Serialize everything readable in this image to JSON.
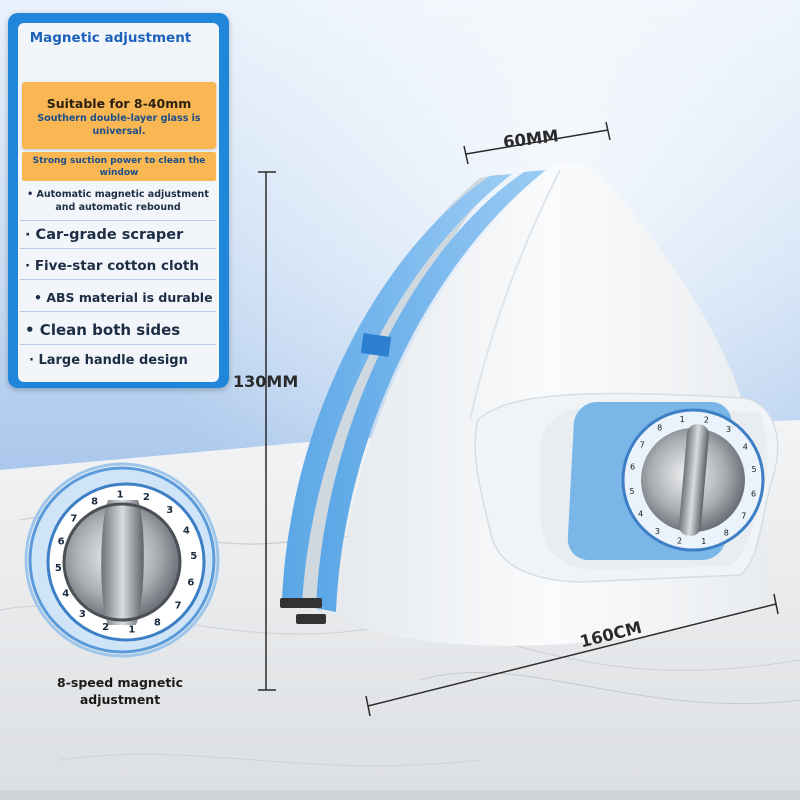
{
  "panel": {
    "title": "Magnetic adjustment",
    "highlight_main": "Suitable for 8-40mm",
    "highlight_sub": "Southern double-layer glass is universal.",
    "suction_text": "Strong suction power to clean the window",
    "features": [
      "• Automatic magnetic adjustment and automatic rebound",
      "· Car-grade scraper",
      "· Five-star cotton cloth",
      "• ABS material is durable",
      "• Clean both sides",
      "· Large handle design"
    ]
  },
  "dimensions": {
    "width": "60MM",
    "height": "130MM",
    "length": "160CM"
  },
  "dial": {
    "numbers": [
      "1",
      "2",
      "3",
      "4",
      "5",
      "6",
      "7",
      "8"
    ],
    "caption_line1": "8-speed magnetic",
    "caption_line2": "adjustment"
  },
  "colors": {
    "panel_blue": "#1f86d9",
    "highlight_orange": "#f8b752",
    "title_blue": "#1c62b9",
    "product_blue": "#79b7ea",
    "product_white": "#f4f6f8"
  }
}
